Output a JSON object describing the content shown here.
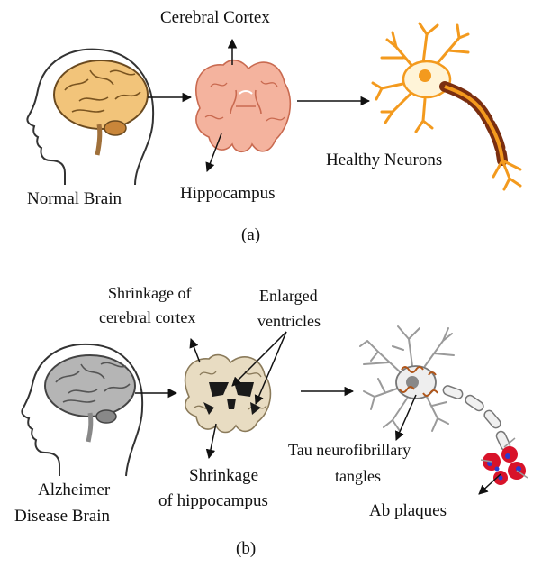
{
  "panel_a": {
    "label": "(a)",
    "normal_brain": "Normal Brain",
    "cerebral_cortex": "Cerebral Cortex",
    "hippocampus": "Hippocampus",
    "healthy_neurons": "Healthy Neurons"
  },
  "panel_b": {
    "label": "(b)",
    "brain_line1": "Alzheimer",
    "brain_line2": "Disease Brain",
    "cortex_line1": "Shrinkage of",
    "cortex_line2": "cerebral cortex",
    "ventricles_line1": "Enlarged",
    "ventricles_line2": "ventricles",
    "hippo_line1": "Shrinkage",
    "hippo_line2": "of hippocampus",
    "tau_line1": "Tau neurofibrillary",
    "tau_line2": "tangles",
    "plaques": "Ab plaques"
  },
  "colors": {
    "healthy_brain": "#f2c47a",
    "healthy_coronal": "#f4b39e",
    "neuron_orange": "#f39a1e",
    "axon_brown": "#7a2e10",
    "ad_brain": "#b5b5b5",
    "ad_coronal": "#e8dcc2",
    "plaque_red": "#d8132a",
    "plaque_blue": "#2b3bd0"
  }
}
